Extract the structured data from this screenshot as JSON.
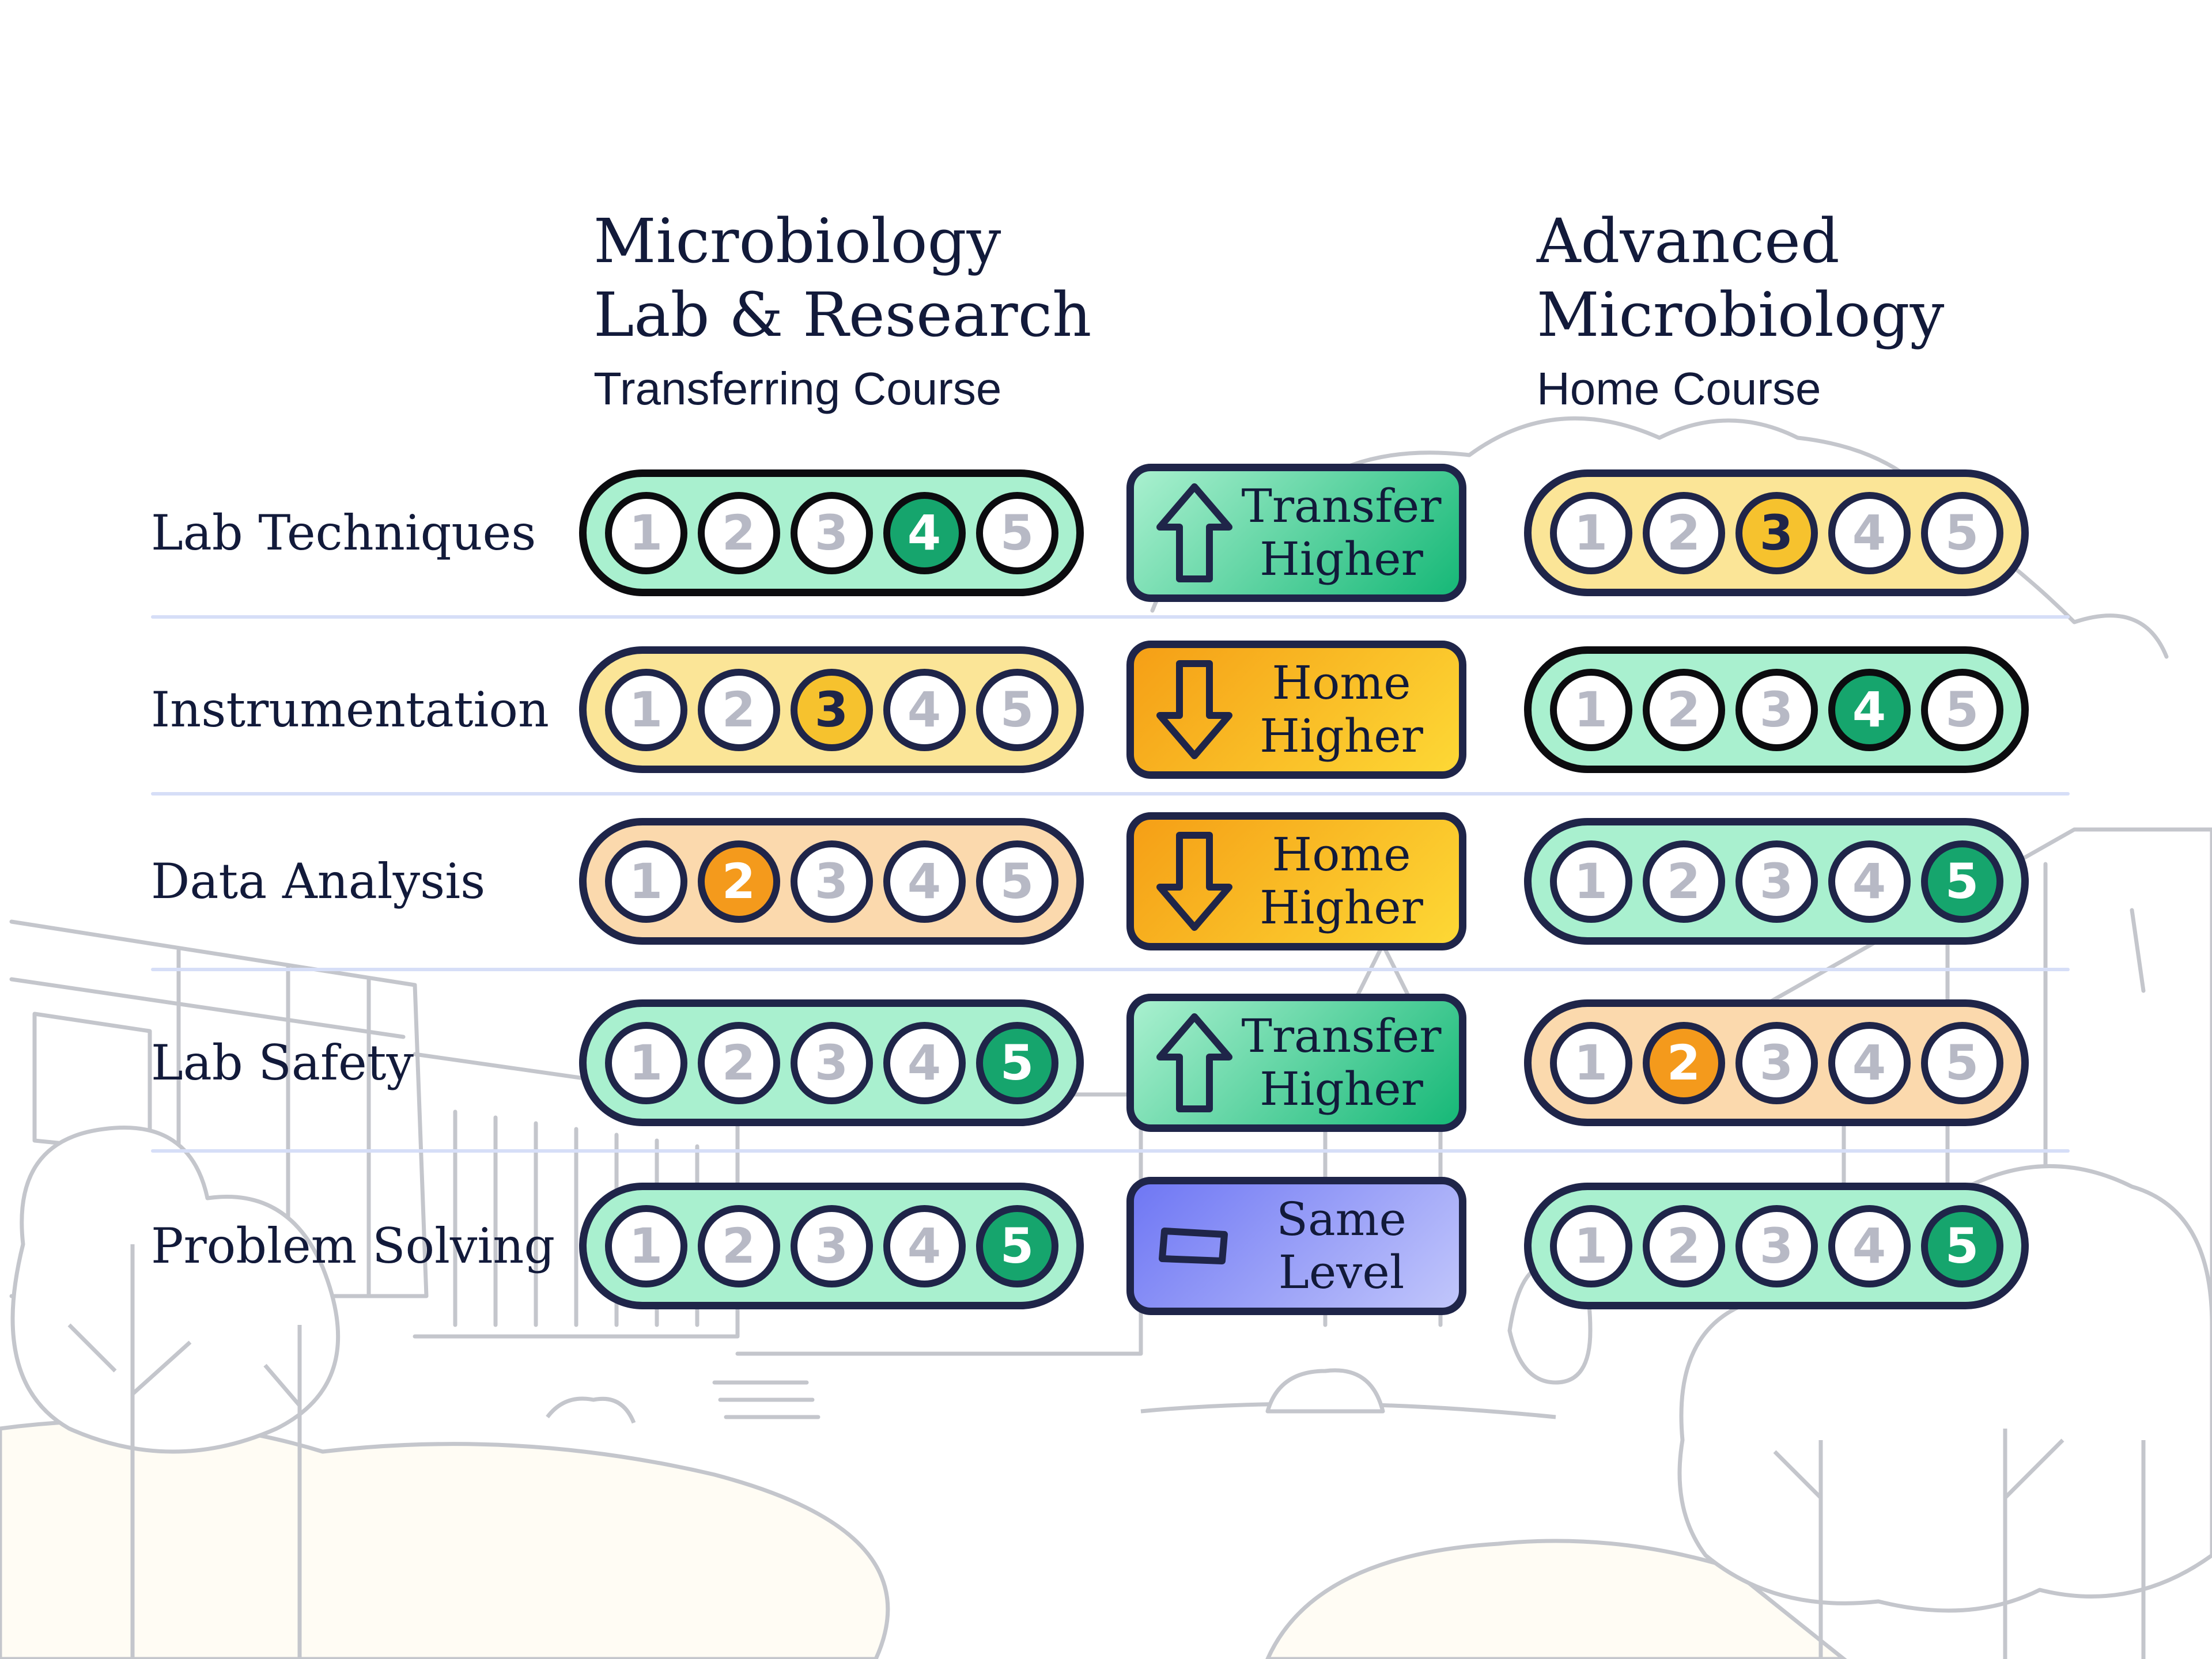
{
  "columns": {
    "transferring": {
      "title_line1": "Microbiology",
      "title_line2": "Lab & Research",
      "subtitle": "Transferring Course"
    },
    "home": {
      "title_line1": "Advanced",
      "title_line2": "Microbiology",
      "subtitle": "Home Course"
    }
  },
  "level_labels": [
    "1",
    "2",
    "3",
    "4",
    "5"
  ],
  "level_colors": {
    "2": {
      "fill": "#f49a1c",
      "pill": "#fbd9ad",
      "text": "#ffffff"
    },
    "3": {
      "fill": "#f6c22e",
      "pill": "#fbe597",
      "text": "#1f2549"
    },
    "4": {
      "fill": "#16a56d",
      "pill": "#a9f0cf",
      "text": "#ffffff"
    },
    "5": {
      "fill": "#16a56d",
      "pill": "#a9f0cf",
      "text": "#ffffff"
    }
  },
  "comparison_styles": {
    "transfer_higher": {
      "icon": "arrow-up-icon",
      "gradient": [
        "#a9f0cf",
        "#16b877"
      ]
    },
    "home_higher": {
      "icon": "arrow-down-icon",
      "gradient": [
        "#f59f16",
        "#fdd835"
      ]
    },
    "same_level": {
      "icon": "rectangle-icon",
      "gradient": [
        "#6f77f4",
        "#c1c6fb"
      ]
    }
  },
  "rows": [
    {
      "skill": "Lab Techniques",
      "transfer_level": 4,
      "home_level": 3,
      "comparison": "transfer_higher",
      "label_line1": "Transfer",
      "label_line2": "Higher"
    },
    {
      "skill": "Instrumentation",
      "transfer_level": 3,
      "home_level": 4,
      "comparison": "home_higher",
      "label_line1": "Home",
      "label_line2": "Higher"
    },
    {
      "skill": "Data Analysis",
      "transfer_level": 2,
      "home_level": 5,
      "comparison": "home_higher",
      "label_line1": "Home",
      "label_line2": "Higher"
    },
    {
      "skill": "Lab Safety",
      "transfer_level": 5,
      "home_level": 2,
      "comparison": "transfer_higher",
      "label_line1": "Transfer",
      "label_line2": "Higher"
    },
    {
      "skill": "Problem Solving",
      "transfer_level": 5,
      "home_level": 5,
      "comparison": "same_level",
      "label_line1": "Same",
      "label_line2": "Level"
    }
  ]
}
